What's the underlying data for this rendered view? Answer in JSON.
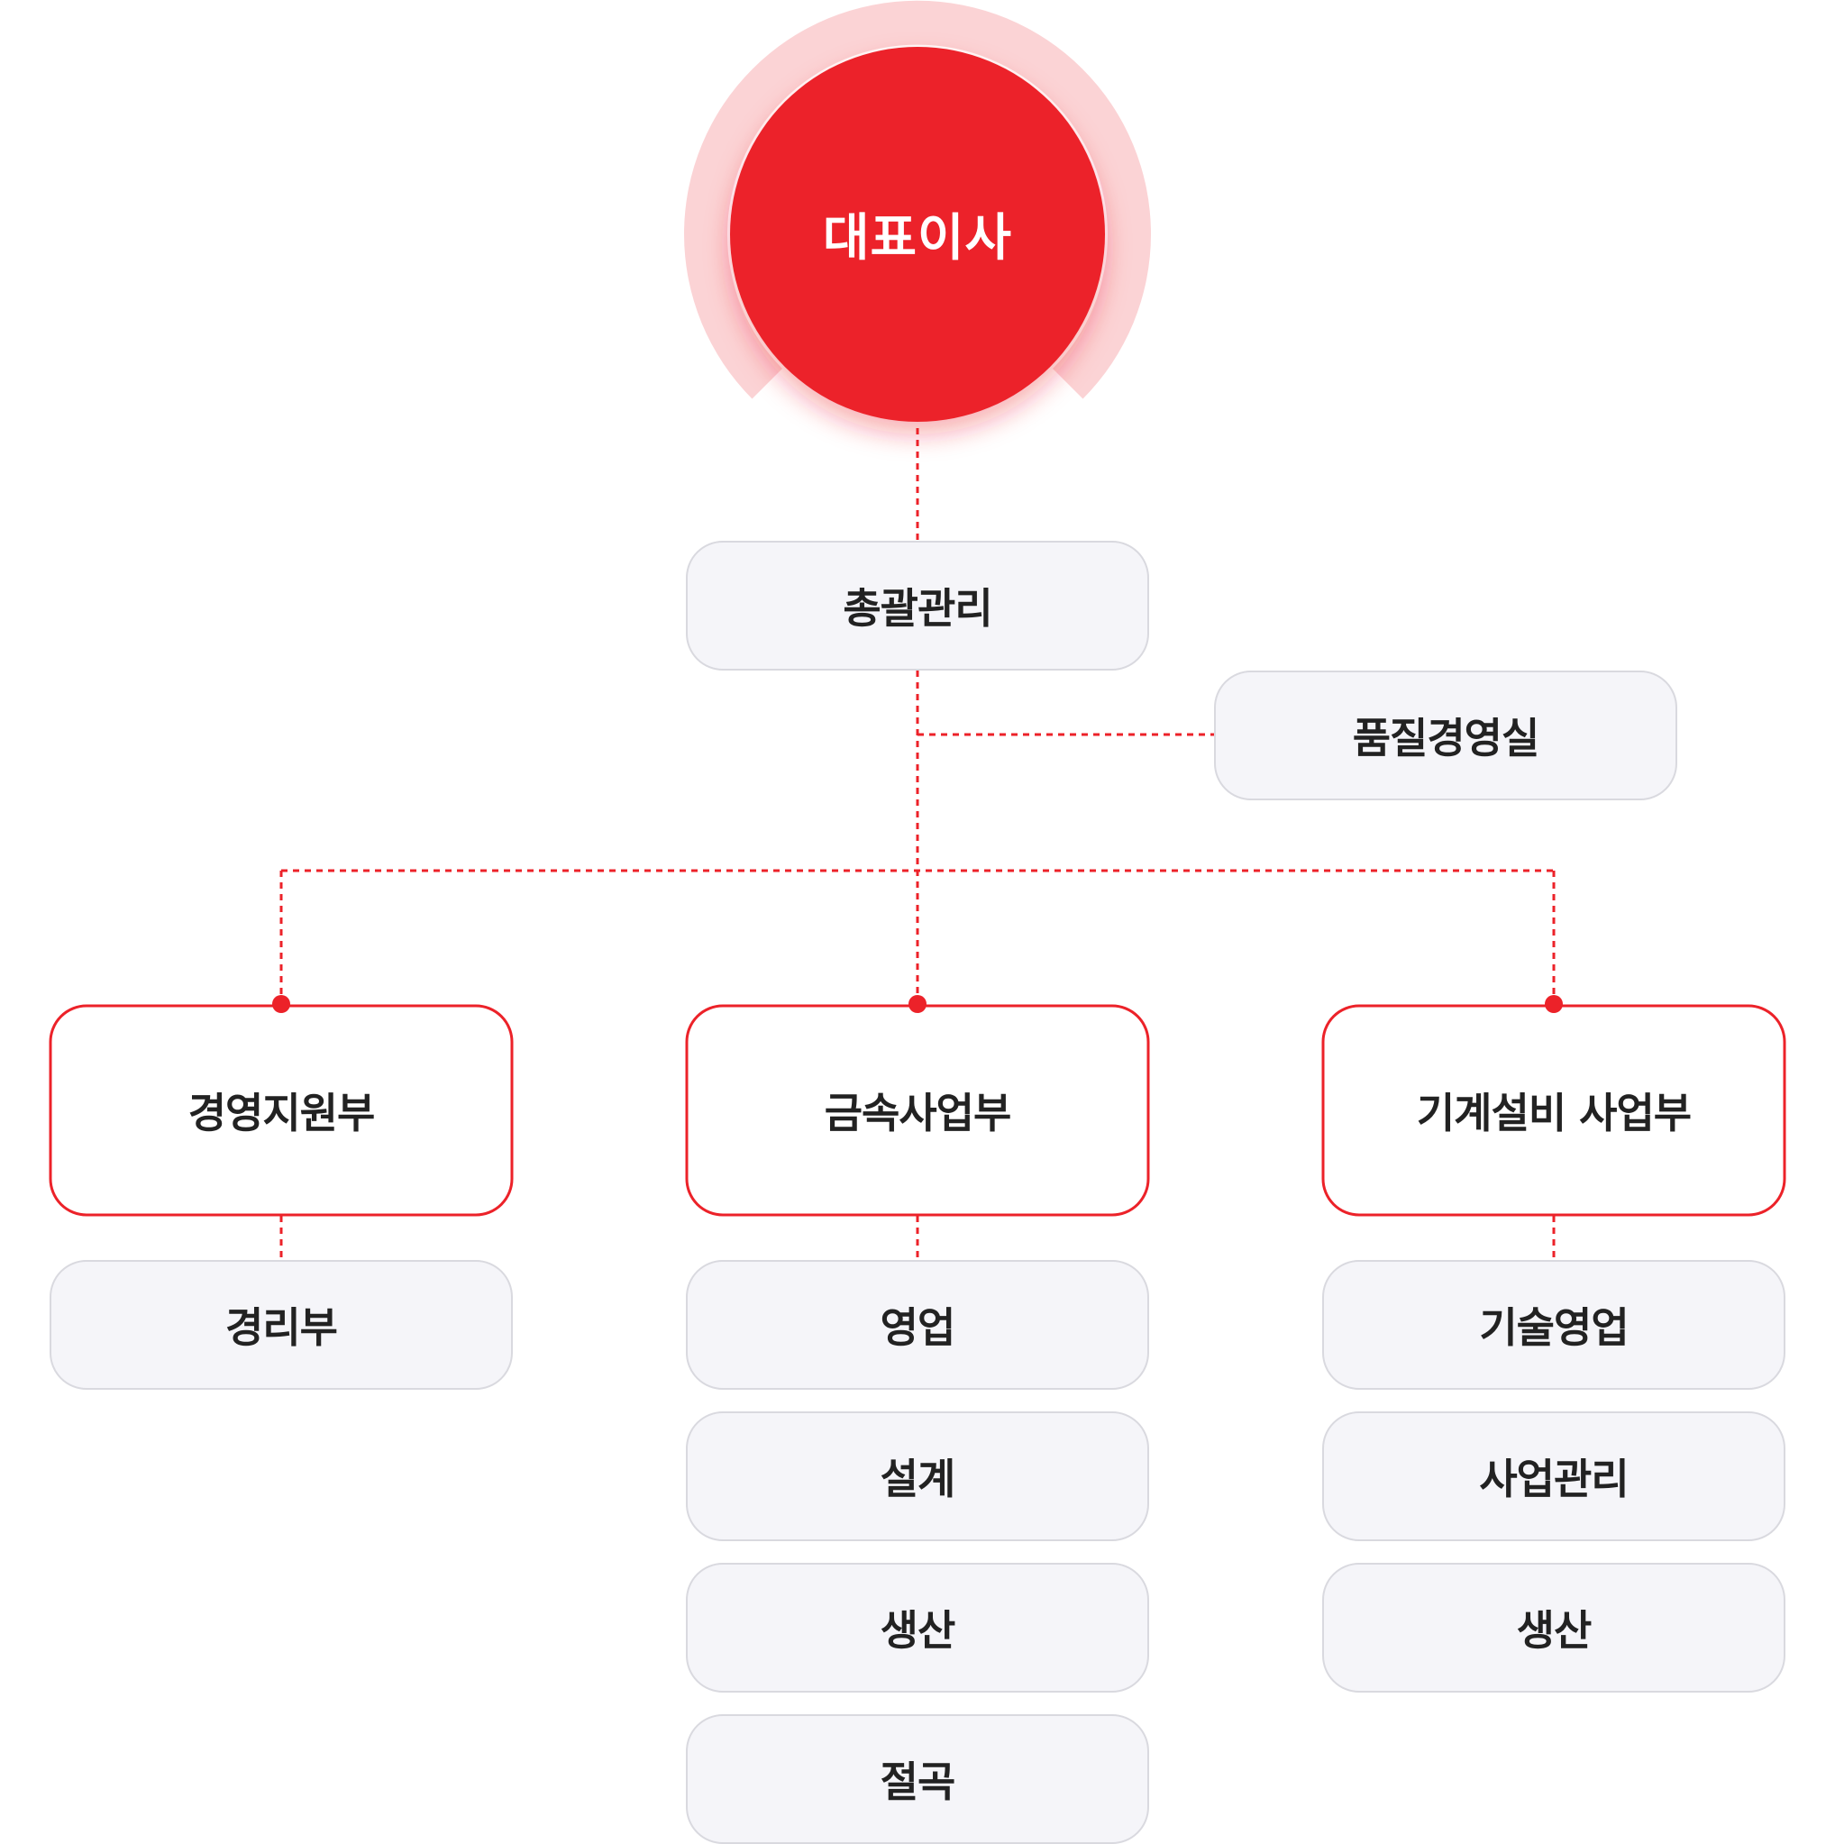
{
  "colors": {
    "accent": "#ec2229",
    "halo": "#fbd3d5",
    "box_fill": "#f5f5f9",
    "box_border": "#d9d9df",
    "text": "#222222"
  },
  "org": {
    "ceo": "대표이사",
    "general_management": "총괄관리",
    "quality_office": "품질경영실",
    "divisions": [
      {
        "title": "경영지원부",
        "teams": [
          "경리부"
        ]
      },
      {
        "title": "금속사업부",
        "teams": [
          "영업",
          "설계",
          "생산",
          "절곡"
        ]
      },
      {
        "title": "기계설비 사업부",
        "teams": [
          "기술영업",
          "사업관리",
          "생산"
        ]
      }
    ]
  }
}
